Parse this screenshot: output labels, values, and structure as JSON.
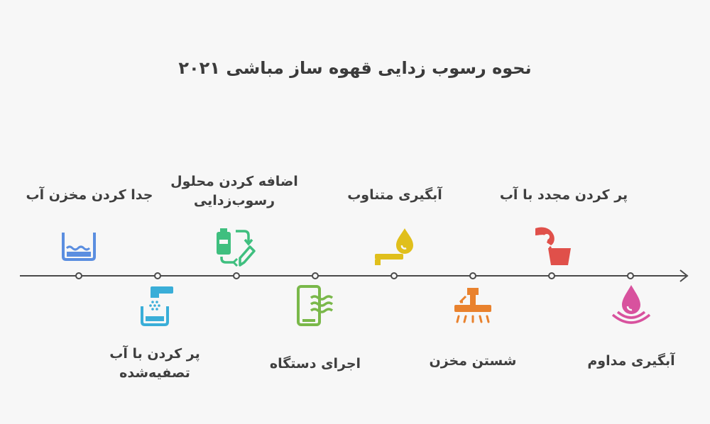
{
  "title": "نحوه رسوب زدایی قهوه ساز مباشی ۲۰۲۱",
  "steps": [
    {
      "label": "جدا کردن مخزن آب",
      "icon": "water-tank-icon",
      "position": "above",
      "color": "#5b8ee0"
    },
    {
      "label": "پر کردن با آب تصفیه‌شده",
      "icon": "faucet-filter-icon",
      "position": "below",
      "color": "#3aaed8"
    },
    {
      "label": "اضافه کردن محلول رسوب‌زدایی",
      "icon": "battery-exchange-icon",
      "position": "above",
      "color": "#3fbf7f"
    },
    {
      "label": "اجرای دستگاه",
      "icon": "phone-waves-icon",
      "position": "below",
      "color": "#7ab84a"
    },
    {
      "label": "آبگیری متناوب",
      "icon": "drip-tray-icon",
      "position": "above",
      "color": "#e0bf1c"
    },
    {
      "label": "شستن مخزن",
      "icon": "shower-icon",
      "position": "below",
      "color": "#e9822e"
    },
    {
      "label": "پر کردن مجدد با آب",
      "icon": "pour-cup-icon",
      "position": "above",
      "color": "#e0504a"
    },
    {
      "label": "آبگیری مداوم",
      "icon": "water-drop-icon",
      "position": "below",
      "color": "#d8529e"
    }
  ]
}
